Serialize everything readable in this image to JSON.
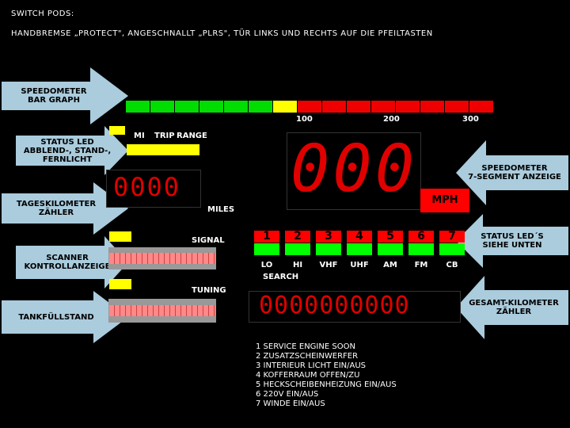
{
  "header": {
    "title": "SWITCH PODS:",
    "subtitle": "HANDBREMSE „PROTECT\", ANGESCHNALLT „PLRS\", TÜR LINKS UND RECHTS AUF DIE PFEILTASTEN"
  },
  "callouts": {
    "speedometer_bar": [
      "SPEEDOMETER",
      "BAR GRAPH"
    ],
    "status_led_light": [
      "STATUS LED",
      "ABBLEND-, STAND-,",
      "FERNLICHT"
    ],
    "trip_counter": [
      "TAGESKILOMETER",
      "ZÄHLER"
    ],
    "scanner": [
      "SCANNER",
      "KONTROLLANZEIGE"
    ],
    "fuel": [
      "TANKFÜLLSTAND"
    ],
    "speedometer_7seg": [
      "SPEEDOMETER",
      "7-SEGMENT ANZEIGE"
    ],
    "status_leds": [
      "STATUS LED´S",
      "SIEHE UNTEN"
    ],
    "odometer": [
      "GESAMT-KILOMETER",
      "ZÄHLER"
    ]
  },
  "bar_graph": {
    "ticks": [
      "100",
      "200",
      "300"
    ],
    "segments": [
      {
        "color": "#00dd00",
        "count": 6
      },
      {
        "color": "#ffff00",
        "count": 1
      },
      {
        "color": "#ee0000",
        "count": 8
      }
    ]
  },
  "trip_labels": [
    "MI",
    "TRIP",
    "RANGE"
  ],
  "trip_display": "0000",
  "miles_label": "MILES",
  "speed_display": "000",
  "mph_label": "MPH",
  "signal_label": "SIGNAL",
  "tuning_label": "TUNING",
  "status_buttons": [
    "1",
    "2",
    "3",
    "4",
    "5",
    "6",
    "7"
  ],
  "band_labels": [
    "LO",
    "HI",
    "VHF",
    "UHF",
    "AM",
    "FM",
    "CB"
  ],
  "search_label": "SEARCH",
  "odometer_display": "0000000000",
  "notes": [
    "1 SERVICE ENGINE SOON",
    "2 ZUSATZSCHEINWERFER",
    "3 INTERIEUR LICHT EIN/AUS",
    "4 KOFFERRAUM OFFEN/ZU",
    "5 HECKSCHEIBENHEIZUNG EIN/AUS",
    "6 220V EIN/AUS",
    "7 WINDE EIN/AUS"
  ]
}
